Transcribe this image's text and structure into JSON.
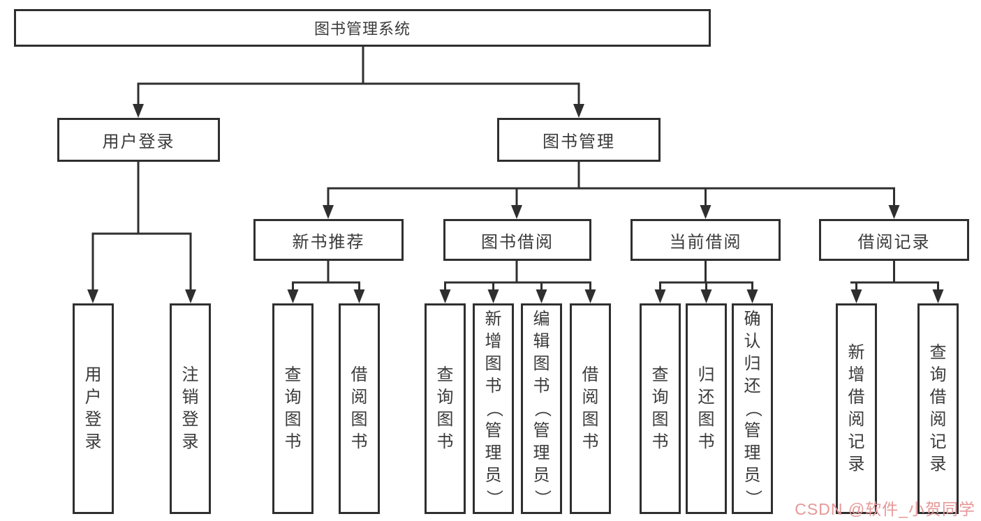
{
  "tree": {
    "root": {
      "label": "图书管理系统"
    },
    "level1": [
      {
        "label": "用户登录"
      },
      {
        "label": "图书管理"
      }
    ],
    "level2": [
      {
        "label": "新书推荐"
      },
      {
        "label": "图书借阅"
      },
      {
        "label": "当前借阅"
      },
      {
        "label": "借阅记录"
      }
    ],
    "leaves": {
      "user_login": [
        "用户登录",
        "注销登录"
      ],
      "new_books": [
        "查询图书",
        "借阅图书"
      ],
      "book_borrow": [
        "查询图书",
        "新增图书（管理员）",
        "编辑图书（管理员）",
        "借阅图书"
      ],
      "current_borrow": [
        "查询图书",
        "归还图书",
        "确认归还（管理员）"
      ],
      "borrow_records": [
        "新增借阅记录",
        "查询借阅记录"
      ]
    }
  },
  "watermark": {
    "text": "CSDN @软件_小贺同学"
  },
  "colors": {
    "line": "#2f2f2f",
    "box_border": "#2f2f2f",
    "text": "#3a3a3a",
    "watermark": "#e59898",
    "background": "#ffffff"
  }
}
